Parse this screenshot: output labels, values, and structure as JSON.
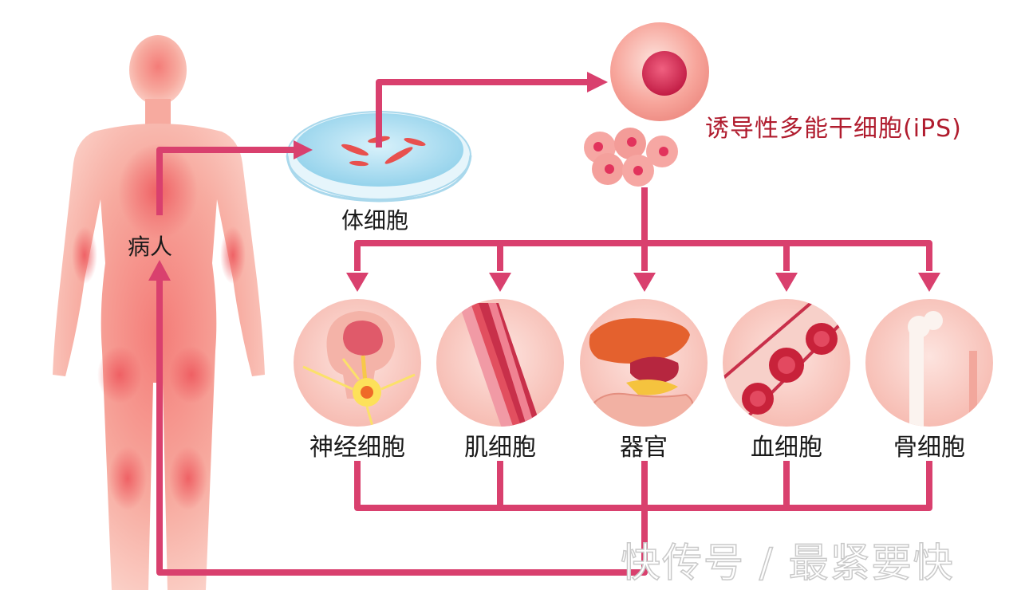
{
  "labels": {
    "patient": "病人",
    "somatic_cell": "体细胞",
    "ips": "诱导性多能干细胞(iPS)"
  },
  "targets": [
    {
      "label": "神经细胞",
      "icon": "neuron-brain-icon"
    },
    {
      "label": "肌细胞",
      "icon": "muscle-fiber-icon"
    },
    {
      "label": "器官",
      "icon": "organs-icon"
    },
    {
      "label": "血细胞",
      "icon": "blood-cells-icon"
    },
    {
      "label": "骨细胞",
      "icon": "bone-icon"
    }
  ],
  "watermark": "快传号 / 最紧要快",
  "colors": {
    "arrow": "#d9406e",
    "body": "#f6a79c",
    "circle_bg": "#f9d1cb",
    "ips_text": "#b01c2e"
  }
}
